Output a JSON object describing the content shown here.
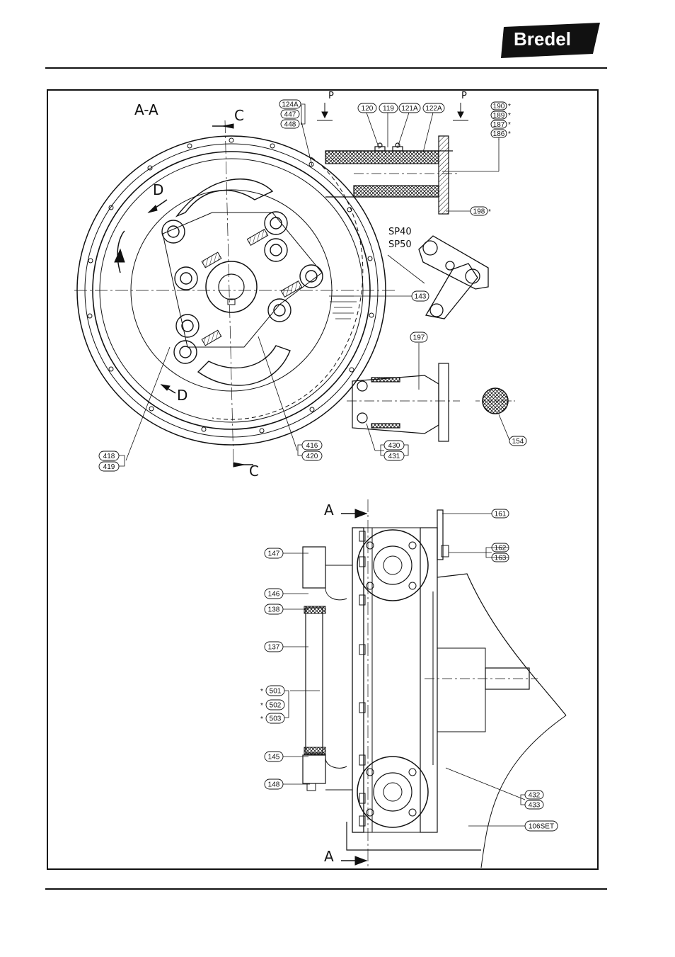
{
  "brand": "Bredel",
  "sections": {
    "aa": "A-A",
    "c_top": "C",
    "c_bottom": "C",
    "d_top": "D",
    "d_bottom": "D",
    "a_top": "A",
    "a_bottom": "A",
    "p_left": "P",
    "p_right": "P"
  },
  "annotations": {
    "sp40": "SP40",
    "sp50": "SP50"
  },
  "parts": {
    "p124A": "124A",
    "p447": "447",
    "p448": "448",
    "p120": "120",
    "p119": "119",
    "p121A": "121A",
    "p122A": "122A",
    "p190": "190",
    "p189": "189",
    "p187": "187",
    "p186": "186",
    "p198": "198",
    "p143": "143",
    "p197": "197",
    "p154": "154",
    "p430": "430",
    "p431": "431",
    "p416": "416",
    "p420": "420",
    "p418": "418",
    "p419": "419",
    "p161": "161",
    "p162": "162",
    "p163": "163",
    "p147": "147",
    "p146": "146",
    "p138": "138",
    "p137": "137",
    "p501": "501",
    "p502": "502",
    "p503": "503",
    "p145": "145",
    "p148": "148",
    "p432": "432",
    "p433": "433",
    "p106SET": "106SET"
  }
}
